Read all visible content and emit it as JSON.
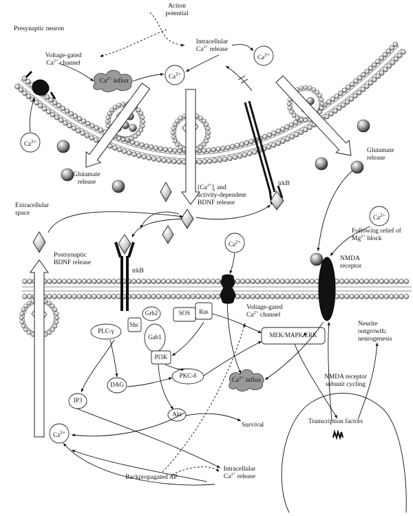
{
  "labels": {
    "presynaptic_neuron": "Presynaptic neuron",
    "action_potential_1": "Action",
    "action_potential_2": "potential",
    "intracellular_ca_top_1": "Intracellular",
    "intracellular_ca_top_2": "Ca",
    "intracellular_ca_top_3": " release",
    "vgcc_top_1": "Voltage-gated",
    "vgcc_top_2": "Ca",
    "vgcc_top_3": " channel",
    "ca_influx_top": "Ca",
    "ca_influx_top_2": " influx",
    "glutamate_release_left_1": "Glutamate",
    "glutamate_release_left_2": "release",
    "glutamate_release_right_1": "Glutamate",
    "glutamate_release_right_2": "release",
    "bdnf_release_1": "[Ca",
    "bdnf_release_2": "]",
    "bdnf_release_sub": "i",
    "bdnf_release_3": " and",
    "bdnf_release_4": "activity-dependent",
    "bdnf_release_5": "BDNF release",
    "trkb_top": "trkB",
    "extracellular_space_1": "Extracellular",
    "extracellular_space_2": "space",
    "following_relief_1": "Following relief of",
    "following_relief_2": "Mg",
    "following_relief_3": " block",
    "postsynaptic_bdnf_1": "Postsynaptic",
    "postsynaptic_bdnf_2": "BDNF release",
    "trkb_bottom": "trkB",
    "nmda_receptor_1": "NMDA",
    "nmda_receptor_2": "receptor",
    "vgcc_bottom_1": "Voltage-gated",
    "vgcc_bottom_2": "Ca",
    "vgcc_bottom_3": " channel",
    "neurite_1": "Neurite",
    "neurite_2": "outgrowth;",
    "neurite_3": "neurogenesis",
    "nmda_cycling_1": "NMDA receptor",
    "nmda_cycling_2": "subunit cycling",
    "survival": "Survival",
    "transcription_factors": "Transcription factors",
    "backpropagated_ap": "Backpropagated AP",
    "intracellular_ca_bottom_1": "Intracellular",
    "intracellular_ca_bottom_2": "Ca",
    "intracellular_ca_bottom_3": " release",
    "ca_influx_bottom": "Ca",
    "ca_influx_bottom_2": " influx",
    "ip3": "IP3",
    "dag": "DAG",
    "pkc": "PKC-",
    "pkc_delta": "δ",
    "plc": "PLC-",
    "plc_gamma": "γ",
    "shc": "Shc",
    "grb2": "Grb2",
    "sos": "SOS",
    "ras": "Ras",
    "gab1": "Gab1",
    "pi3k": "PI3K",
    "akt": "Akt",
    "mek": "MEK/MAPK/ERK",
    "ca": "Ca",
    "sup_2plus": "2+"
  }
}
